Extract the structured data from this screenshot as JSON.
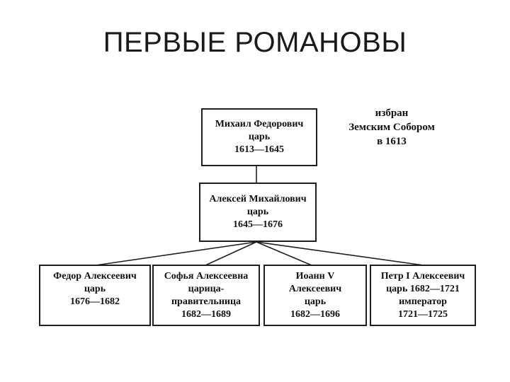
{
  "title": "ПЕРВЫЕ РОМАНОВЫ",
  "tree": {
    "root": {
      "lines": [
        "Михаил Федорович",
        "царь",
        "1613—1645"
      ],
      "note": [
        "избран",
        "Земским Собором",
        "в 1613"
      ]
    },
    "second": {
      "lines": [
        "Алексей Михайлович",
        "царь",
        "1645—1676"
      ]
    },
    "children": [
      {
        "lines": [
          "Федор Алексеевич",
          "царь",
          "1676—1682"
        ]
      },
      {
        "lines": [
          "Софья Алексеевна",
          "царица-",
          "правительница",
          "1682—1689"
        ]
      },
      {
        "lines": [
          "Иоанн V",
          "Алексеевич",
          "царь",
          "1682—1696"
        ]
      },
      {
        "lines": [
          "Петр I Алексеевич",
          "царь 1682—1721",
          "император",
          "1721—1725"
        ]
      }
    ]
  },
  "colors": {
    "line": "#1f1f1f",
    "text": "#111111",
    "background": "#ffffff"
  }
}
